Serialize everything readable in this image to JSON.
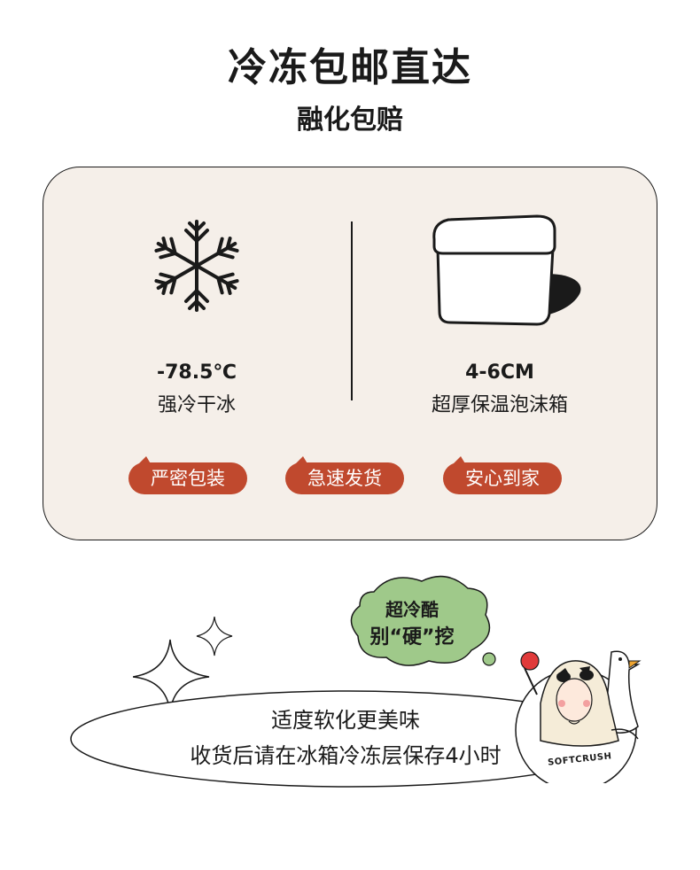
{
  "header": {
    "title": "冷冻包邮直达",
    "subtitle": "融化包赔"
  },
  "features": [
    {
      "icon": "snowflake-icon",
      "value": "-78.5℃",
      "label": "强冷干冰"
    },
    {
      "icon": "foam-box-icon",
      "value": "4-6CM",
      "label": "超厚保温泡沫箱"
    }
  ],
  "tags": [
    "严密包装",
    "急速发货",
    "安心到家"
  ],
  "bubble": {
    "line1": "超冷酷",
    "line2": "别“硬”挖"
  },
  "notice": {
    "line1": "适度软化更美味",
    "line2": "收货后请在冰箱冷冻层保存4小时"
  },
  "brand": "SOFTCRUSH",
  "colors": {
    "accent": "#c0492e",
    "card_bg": "#f5efe9",
    "bubble_green": "#9fc98a"
  }
}
